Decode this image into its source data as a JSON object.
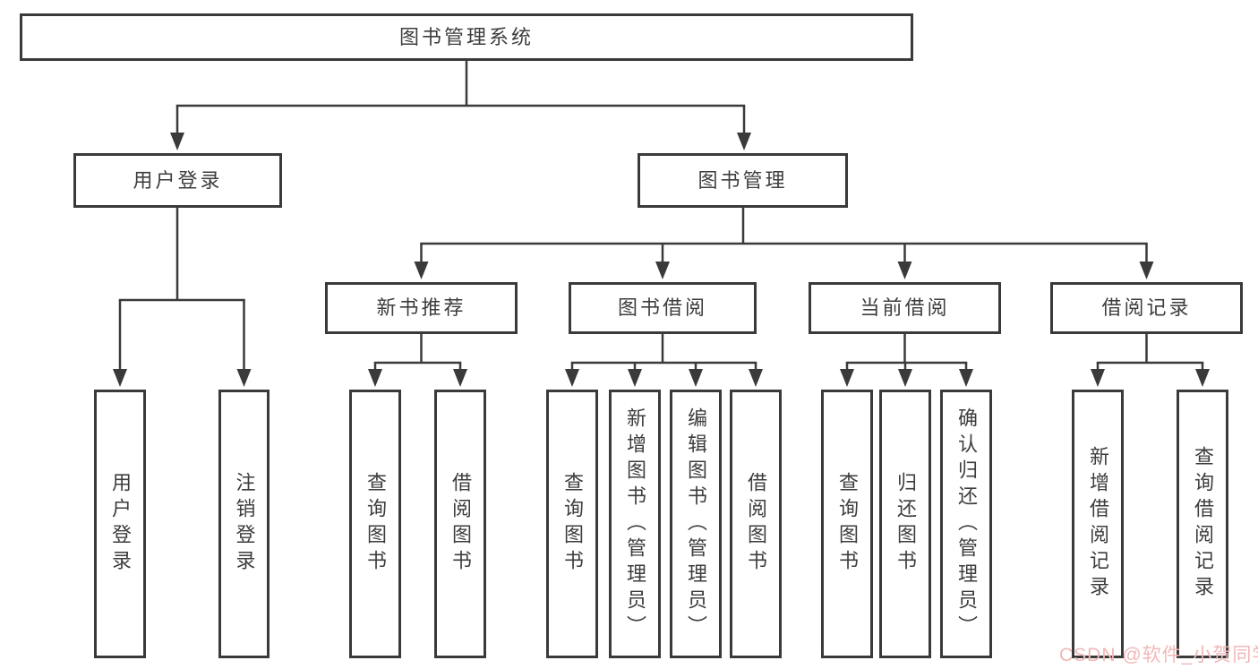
{
  "tree": {
    "root": "图书管理系统",
    "login_branch": {
      "label": "用户登录",
      "children": [
        "用户登录",
        "注销登录"
      ]
    },
    "management_branch": {
      "label": "图书管理",
      "sections": [
        {
          "label": "新书推荐",
          "children": [
            "查询图书",
            "借阅图书"
          ]
        },
        {
          "label": "图书借阅",
          "children": [
            "查询图书",
            "新增图书（管理员）",
            "编辑图书（管理员）",
            "借阅图书"
          ]
        },
        {
          "label": "当前借阅",
          "children": [
            "查询图书",
            "归还图书",
            "确认归还（管理员）"
          ]
        },
        {
          "label": "借阅记录",
          "children": [
            "新增借阅记录",
            "查询借阅记录"
          ]
        }
      ]
    }
  },
  "watermark": "CSDN @软件_小贺同学",
  "colors": {
    "box_border": "#3a3a3a",
    "connector": "#3a3a3a",
    "text": "#3d3d3d",
    "watermark": "#f2b7b7",
    "background": "#ffffff"
  }
}
